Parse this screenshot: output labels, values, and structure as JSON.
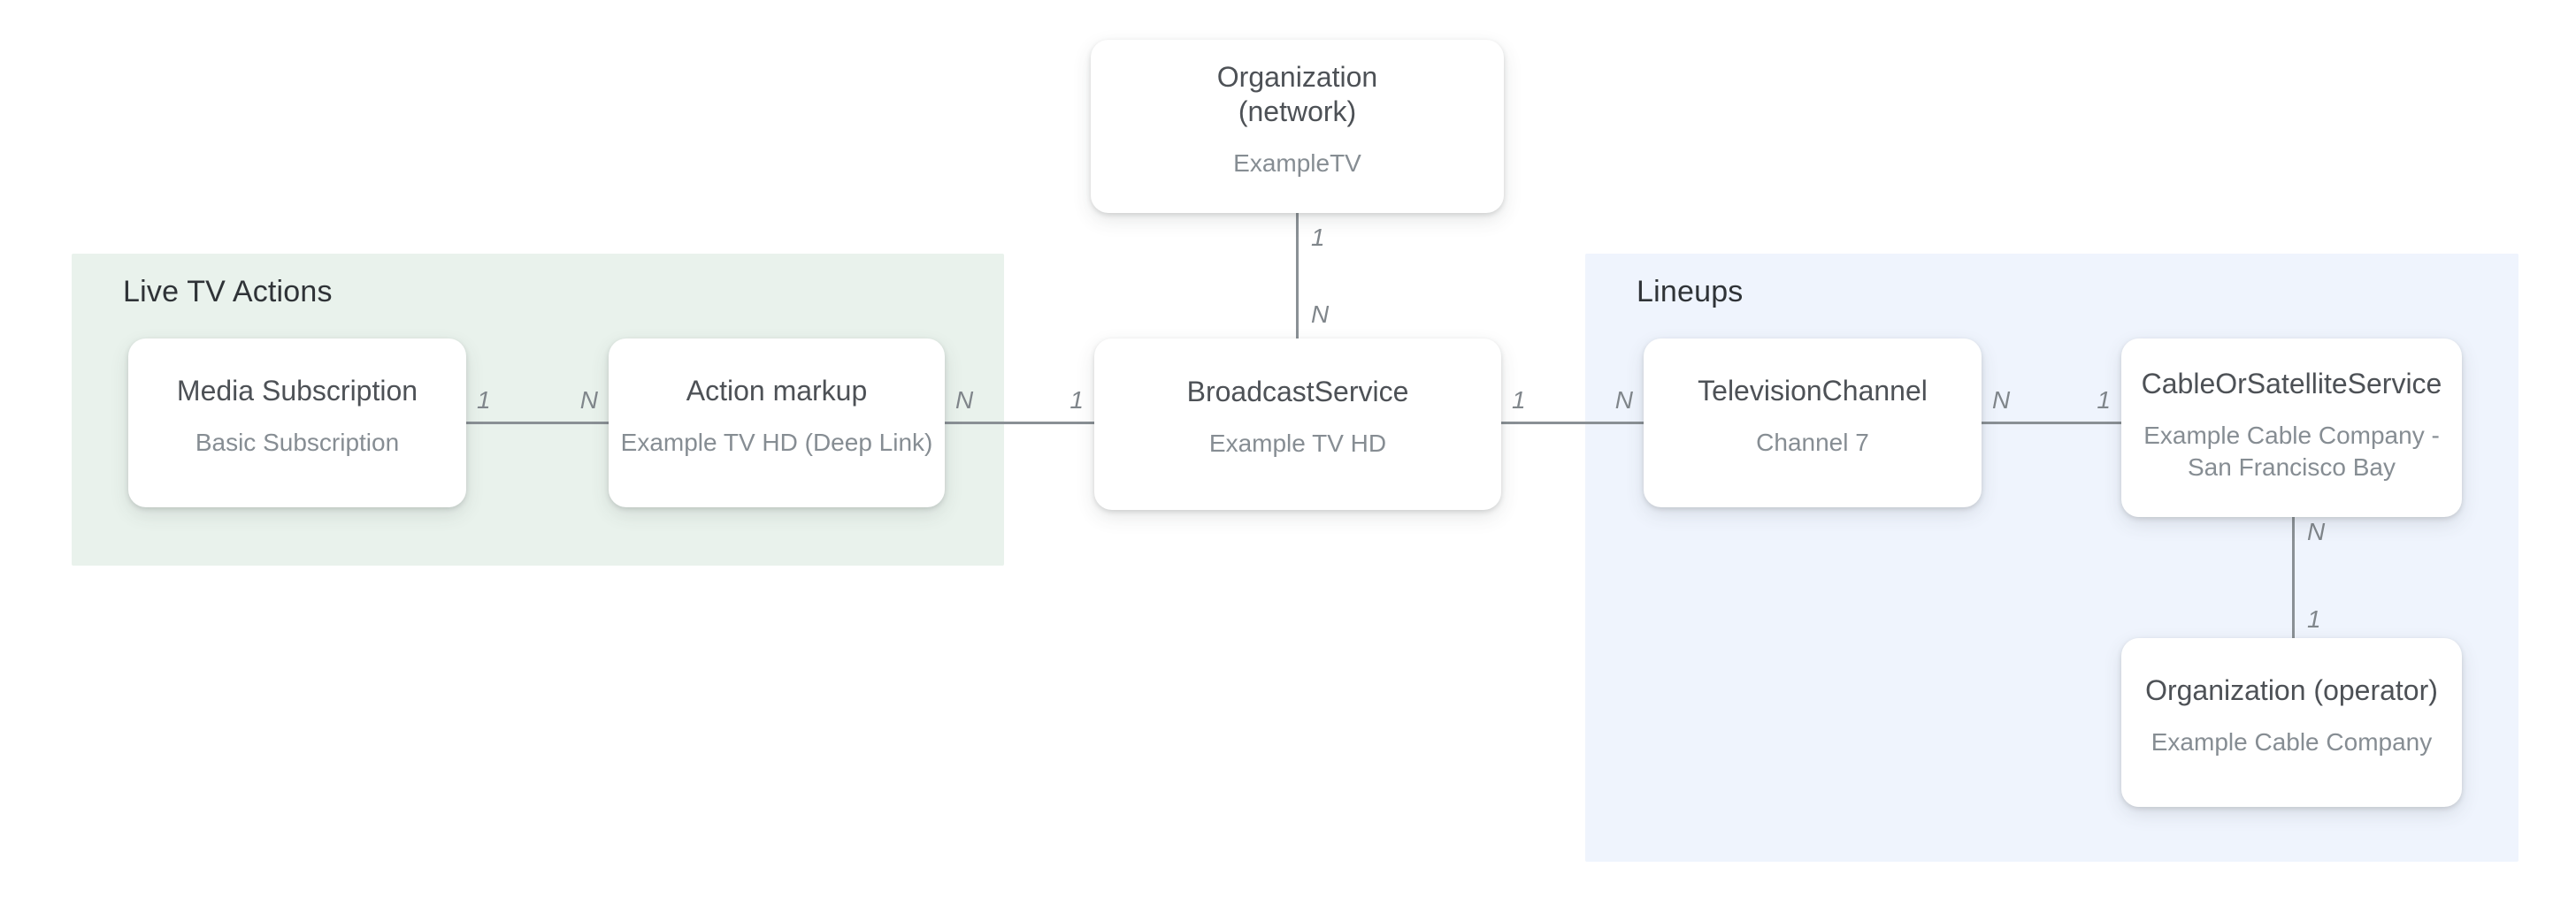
{
  "groups": {
    "live_tv_actions": {
      "label": "Live TV Actions"
    },
    "lineups": {
      "label": "Lineups"
    }
  },
  "nodes": {
    "org_network": {
      "title_lines": [
        "Organization",
        "(network)"
      ],
      "subtitle_lines": [
        "ExampleTV"
      ]
    },
    "media_subscription": {
      "title_lines": [
        "Media Subscription"
      ],
      "subtitle_lines": [
        "Basic Subscription"
      ]
    },
    "action_markup": {
      "title_lines": [
        "Action markup"
      ],
      "subtitle_lines": [
        "Example TV HD (Deep Link)"
      ]
    },
    "broadcast_service": {
      "title_lines": [
        "BroadcastService"
      ],
      "subtitle_lines": [
        "Example TV HD"
      ]
    },
    "television_channel": {
      "title_lines": [
        "TelevisionChannel"
      ],
      "subtitle_lines": [
        "Channel 7"
      ]
    },
    "cable_or_satellite_service": {
      "title_lines": [
        "CableOrSatelliteService"
      ],
      "subtitle_lines": [
        "Example Cable Company -",
        "San Francisco Bay"
      ]
    },
    "org_operator": {
      "title_lines": [
        "Organization (operator)"
      ],
      "subtitle_lines": [
        "Example Cable Company"
      ]
    }
  },
  "edges": {
    "network_to_broadcast": {
      "top_label": "1",
      "bottom_label": "N"
    },
    "media_to_action": {
      "left_label": "1",
      "right_label": "N"
    },
    "action_to_broadcast": {
      "left_label": "N",
      "right_label": "1"
    },
    "broadcast_to_channel": {
      "left_label": "1",
      "right_label": "N"
    },
    "channel_to_cable": {
      "left_label": "N",
      "right_label": "1"
    },
    "cable_to_operator": {
      "top_label": "N",
      "bottom_label": "1"
    }
  },
  "colors": {
    "live_tv_actions_bg": "#E9F2EC",
    "lineups_bg": "#EFF4FD",
    "card_bg": "#FFFFFF",
    "connector_line": "#8A9095",
    "title_text": "#4D5156",
    "subtitle_text": "#868D93",
    "group_label_text": "#2F3337",
    "cardinality_text": "#80868B"
  }
}
